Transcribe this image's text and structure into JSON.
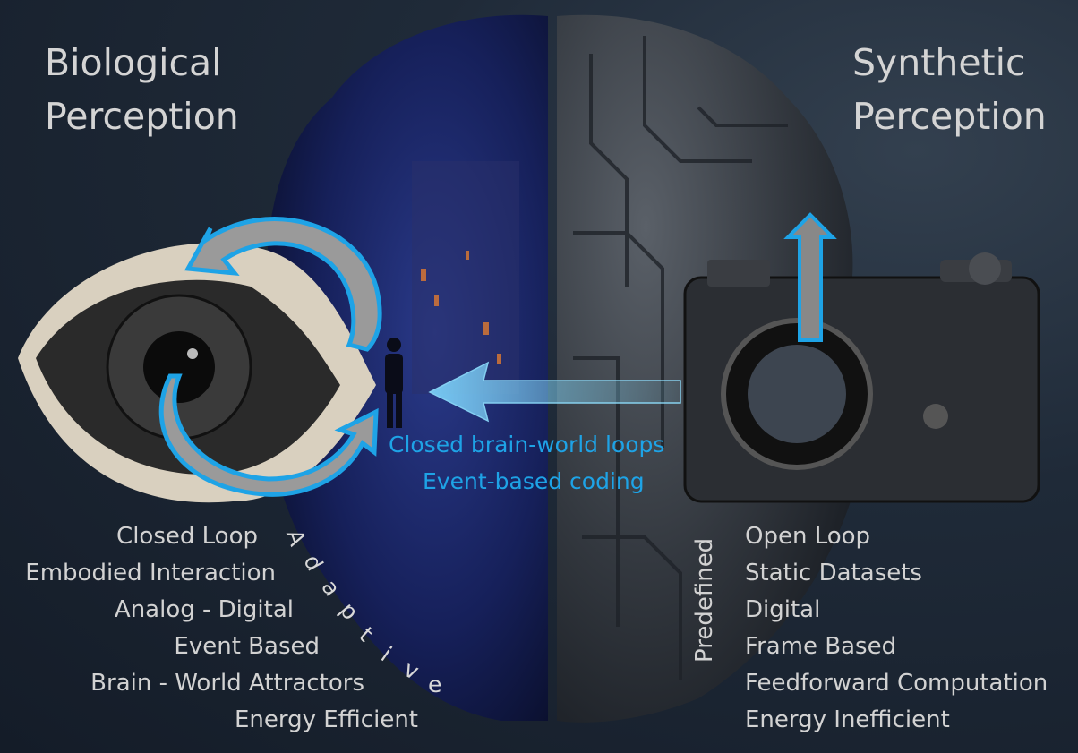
{
  "left": {
    "title_line1": "Biological",
    "title_line2": "Perception",
    "items": [
      "Closed Loop",
      "Embodied Interaction",
      "Analog - Digital",
      "Event Based",
      "Brain - World Attractors",
      "Energy Efficient"
    ],
    "curved_label": [
      "A",
      "d",
      "a",
      "p",
      "t",
      "i",
      "v",
      "e"
    ]
  },
  "right": {
    "title_line1": "Synthetic",
    "title_line2": "Perception",
    "items": [
      "Open Loop",
      "Static Datasets",
      "Digital",
      "Frame Based",
      "Feedforward Computation",
      "Energy Inefficient"
    ],
    "vertical_label": "Predefined"
  },
  "center": {
    "line1": "Closed brain-world loops",
    "line2": "Event-based coding"
  },
  "colors": {
    "accent": "#1ea3e6",
    "text": "#d2d2d2",
    "left_brain": "#1a2660",
    "right_brain": "#3a3f46"
  }
}
